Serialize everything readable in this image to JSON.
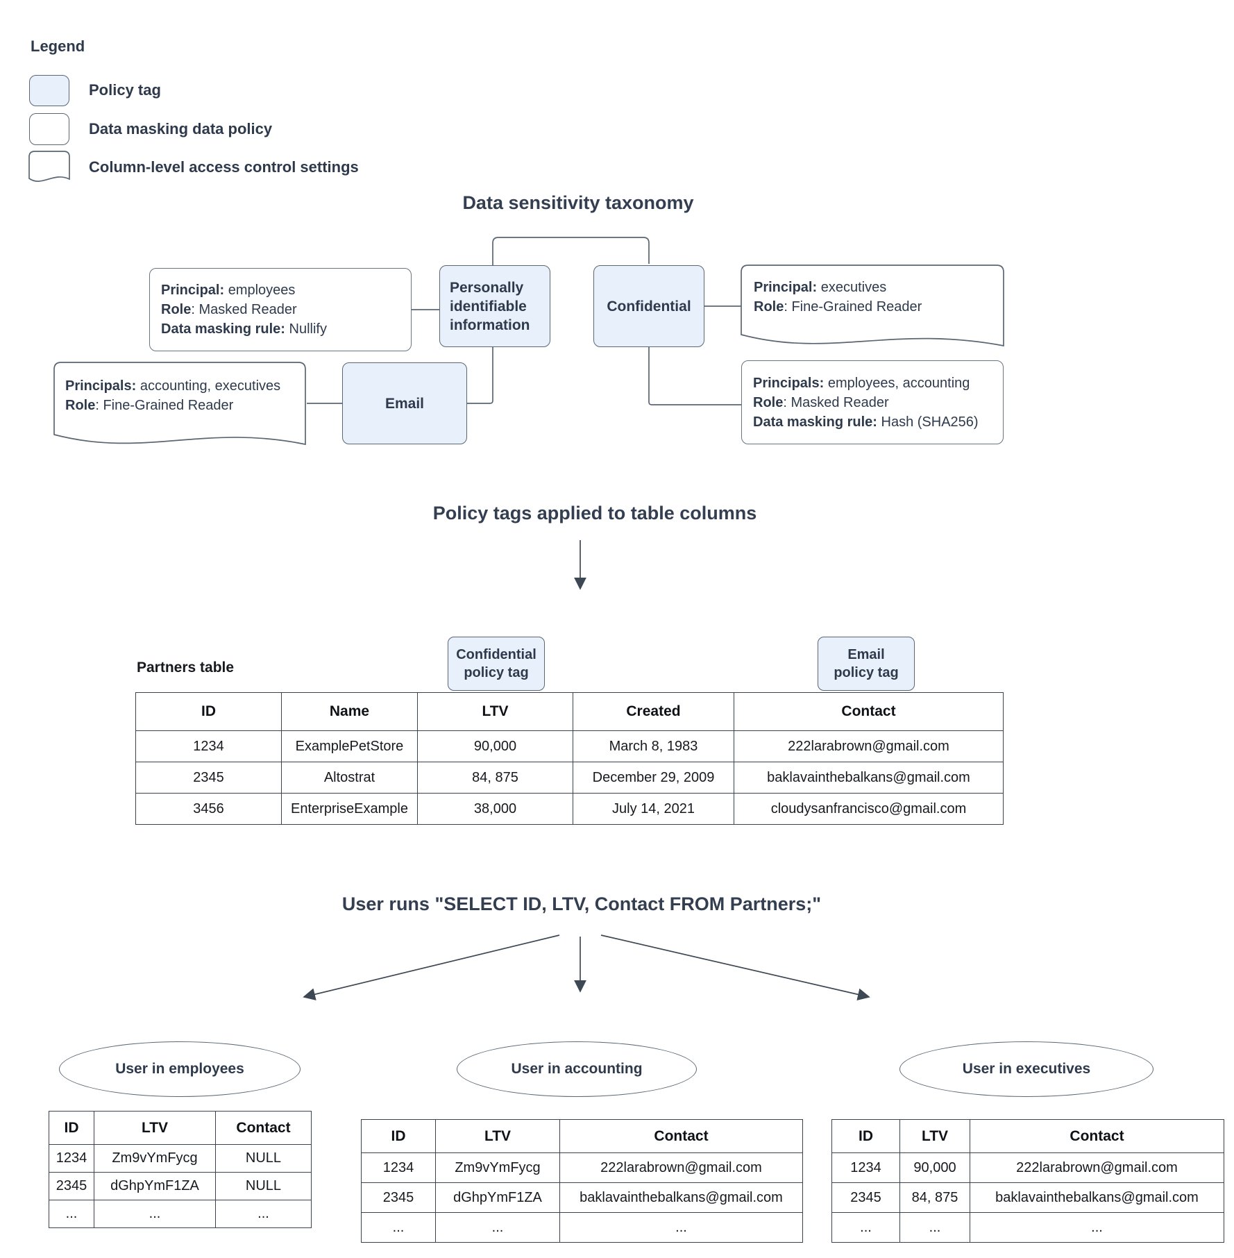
{
  "legend": {
    "title": "Legend",
    "items": [
      {
        "label": "Policy tag"
      },
      {
        "label": "Data masking data policy"
      },
      {
        "label": "Column-level access control settings"
      }
    ]
  },
  "colors": {
    "policy_tag_fill": "#e8f0fb",
    "shape_stroke": "#5a6672",
    "table_stroke": "#39414b",
    "dark_text": "#2e3a4c",
    "title_text": "#333e50"
  },
  "taxonomy": {
    "title": "Data sensitivity taxonomy",
    "pii_label": "Personally identifiable information",
    "confidential_label": "Confidential",
    "email_label": "Email",
    "nullify_policy": {
      "lines": [
        {
          "b": "Principal:",
          "t": " employees"
        },
        {
          "b": "Role",
          "t": ": Masked Reader"
        },
        {
          "b": "Data masking rule:",
          "t": " Nullify"
        }
      ]
    },
    "exec_access": {
      "lines": [
        {
          "b": "Principal:",
          "t": " executives"
        },
        {
          "b": "Role",
          "t": ": Fine-Grained Reader"
        }
      ]
    },
    "acct_exec_access": {
      "lines": [
        {
          "b": "Principals:",
          "t": " accounting, executives"
        },
        {
          "b": "Role",
          "t": ": Fine-Grained Reader"
        }
      ]
    },
    "hash_policy": {
      "lines": [
        {
          "b": "Principals:",
          "t": " employees, accounting"
        },
        {
          "b": "Role",
          "t": ": Masked Reader"
        },
        {
          "b": "Data masking rule:",
          "t": " Hash (SHA256)"
        }
      ]
    }
  },
  "tags_section": {
    "title": "Policy tags applied to table columns",
    "confidential_tag_line1": "Confidential",
    "confidential_tag_line2": "policy tag",
    "email_tag_line1": "Email",
    "email_tag_line2": "policy tag"
  },
  "partners": {
    "label": "Partners table",
    "headers": [
      "ID",
      "Name",
      "LTV",
      "Created",
      "Contact"
    ],
    "rows": [
      [
        "1234",
        "ExamplePetStore",
        "90,000",
        "March 8, 1983",
        "222larabrown@gmail.com"
      ],
      [
        "2345",
        "Altostrat",
        "84, 875",
        "December 29, 2009",
        "baklavainthebalkans@gmail.com"
      ],
      [
        "3456",
        "EnterpriseExample",
        "38,000",
        "July 14, 2021",
        "cloudysanfrancisco@gmail.com"
      ]
    ]
  },
  "query_section": {
    "title": "User runs \"SELECT ID, LTV, Contact FROM Partners;\""
  },
  "results": [
    {
      "user": "User in employees",
      "headers": [
        "ID",
        "LTV",
        "Contact"
      ],
      "rows": [
        [
          "1234",
          "Zm9vYmFycg",
          "NULL"
        ],
        [
          "2345",
          "dGhpYmF1ZA",
          "NULL"
        ],
        [
          "...",
          "...",
          "..."
        ]
      ]
    },
    {
      "user": "User in accounting",
      "headers": [
        "ID",
        "LTV",
        "Contact"
      ],
      "rows": [
        [
          "1234",
          "Zm9vYmFycg",
          "222larabrown@gmail.com"
        ],
        [
          "2345",
          "dGhpYmF1ZA",
          "baklavainthebalkans@gmail.com"
        ],
        [
          "...",
          "...",
          "..."
        ]
      ]
    },
    {
      "user": "User in executives",
      "headers": [
        "ID",
        "LTV",
        "Contact"
      ],
      "rows": [
        [
          "1234",
          "90,000",
          "222larabrown@gmail.com"
        ],
        [
          "2345",
          "84, 875",
          "baklavainthebalkans@gmail.com"
        ],
        [
          "...",
          "...",
          "..."
        ]
      ]
    }
  ]
}
